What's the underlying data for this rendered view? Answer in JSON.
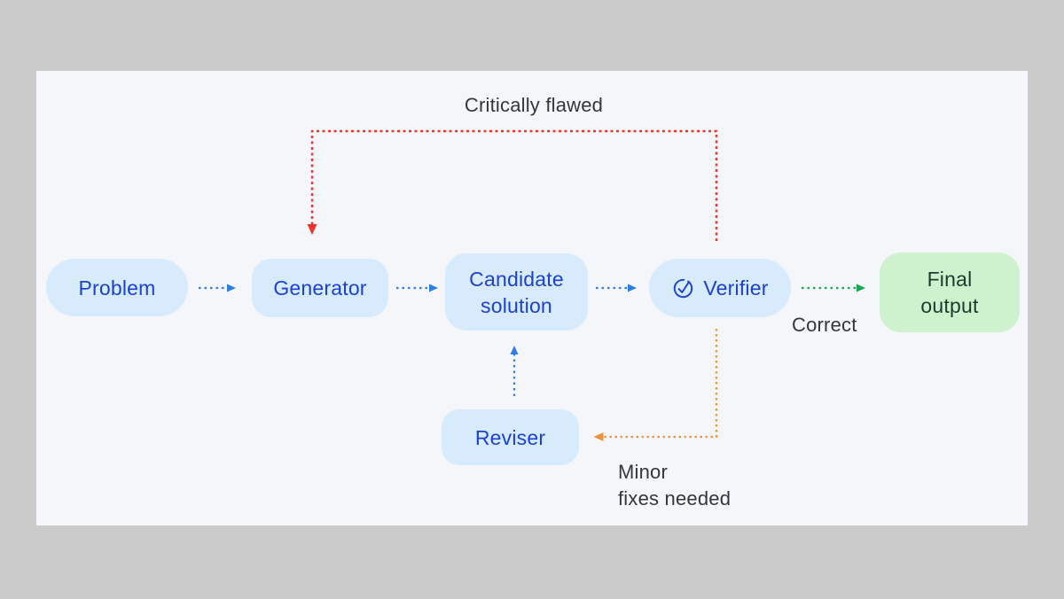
{
  "canvas": {
    "outer_background": "#cbcbcb",
    "panel_background": "#f5f6fa"
  },
  "nodes": {
    "problem": {
      "label": "Problem"
    },
    "generator": {
      "label": "Generator"
    },
    "candidate_solution": {
      "lines": [
        "Candidate",
        "solution"
      ]
    },
    "verifier": {
      "label": "Verifier",
      "icon": "check-circle-icon"
    },
    "reviser": {
      "label": "Reviser"
    },
    "final_output": {
      "lines": [
        "Final",
        "output"
      ]
    }
  },
  "edge_labels": {
    "critically_flawed": "Critically flawed",
    "correct": "Correct",
    "minor_fixes": {
      "lines": [
        "Minor",
        "fixes needed"
      ]
    }
  },
  "colors": {
    "node_fill": "#d8ebfc",
    "node_text": "#1b41cf",
    "final_fill": "#cdf2cd",
    "final_text": "#1d3b2d",
    "label_text": "#32373c",
    "flow_arrow_blue": "#2e7de4",
    "reject_arrow_red": "#ee352c",
    "revise_arrow_orange": "#ef9235",
    "accept_arrow_green": "#16a750"
  }
}
